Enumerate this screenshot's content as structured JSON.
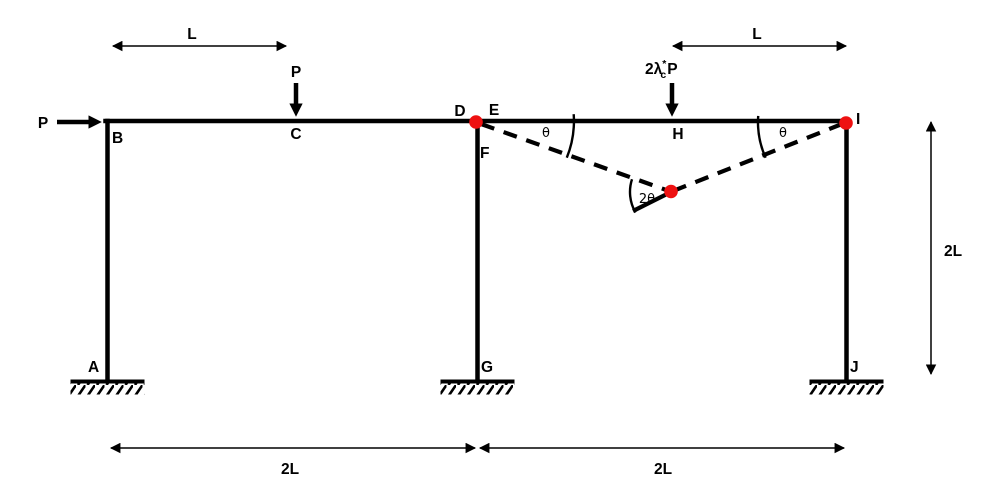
{
  "figure": {
    "title": "portal-frame-collapse-mechanism",
    "background": "#ffffff",
    "line_color": "#000000",
    "hinge_color": "#ee1111"
  },
  "nodes": {
    "A": "A",
    "B": "B",
    "C": "C",
    "D": "D",
    "E": "E",
    "F": "F",
    "G": "G",
    "H": "H",
    "I": "I",
    "J": "J"
  },
  "loads": {
    "left_horizontal": "P",
    "mid_vertical": "P",
    "right_vertical": {
      "prefix": "2λ",
      "sup": "*",
      "sub": "c",
      "suffix": "P"
    }
  },
  "dimensions": {
    "top_left_span": "L",
    "top_right_span": "L",
    "bottom_left_span": "2L",
    "bottom_right_span": "2L",
    "right_height": "2L"
  },
  "angles": {
    "theta_left": "θ",
    "theta_right": "θ",
    "two_theta": "2θ"
  }
}
